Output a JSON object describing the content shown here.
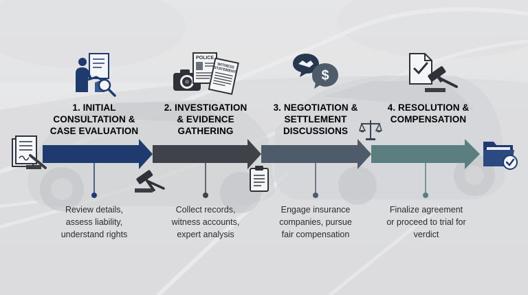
{
  "steps": [
    {
      "title_line1": "1. INITIAL",
      "title_line2": "CONSULTATION &",
      "title_line3": "CASE EVALUATION",
      "desc_line1": "Review details,",
      "desc_line2": "assess liability,",
      "desc_line3": "understand rights",
      "color": "#1f3a6e"
    },
    {
      "title_line1": "2. INVESTIGATION",
      "title_line2": "& EVIDENCE",
      "title_line3": "GATHERING",
      "desc_line1": "Collect records,",
      "desc_line2": "witness accounts,",
      "desc_line3": "expert analysis",
      "color": "#3f4349"
    },
    {
      "title_line1": "3. NEGOTIATION &",
      "title_line2": "SETTLEMENT",
      "title_line3": "DISCUSSIONS",
      "desc_line1": "Engage insurance",
      "desc_line2": "companies, pursue",
      "desc_line3": "fair compensation",
      "color": "#4d5b6b"
    },
    {
      "title_line1": "4. RESOLUTION &",
      "title_line2": "COMPENSATION",
      "title_line3": "",
      "desc_line1": "Finalize agreement",
      "desc_line2": "or proceed to trial for",
      "desc_line3": "verdict",
      "color": "#5b7f80"
    }
  ],
  "doc_labels": {
    "police": "POLICE",
    "witness_line1": "WITNESS",
    "witness_line2": "STATEMENT"
  },
  "icons": [
    "signed-document-icon",
    "consultation-handshake-icon",
    "magnifier-icon",
    "camera-icon",
    "police-report-icon",
    "witness-statement-icon",
    "gavel-icon",
    "handshake-speech-bubble-icon",
    "dollar-speech-bubble-icon",
    "scales-of-justice-icon",
    "clipboard-icon",
    "approved-document-icon",
    "gavel-icon",
    "folder-check-icon"
  ]
}
